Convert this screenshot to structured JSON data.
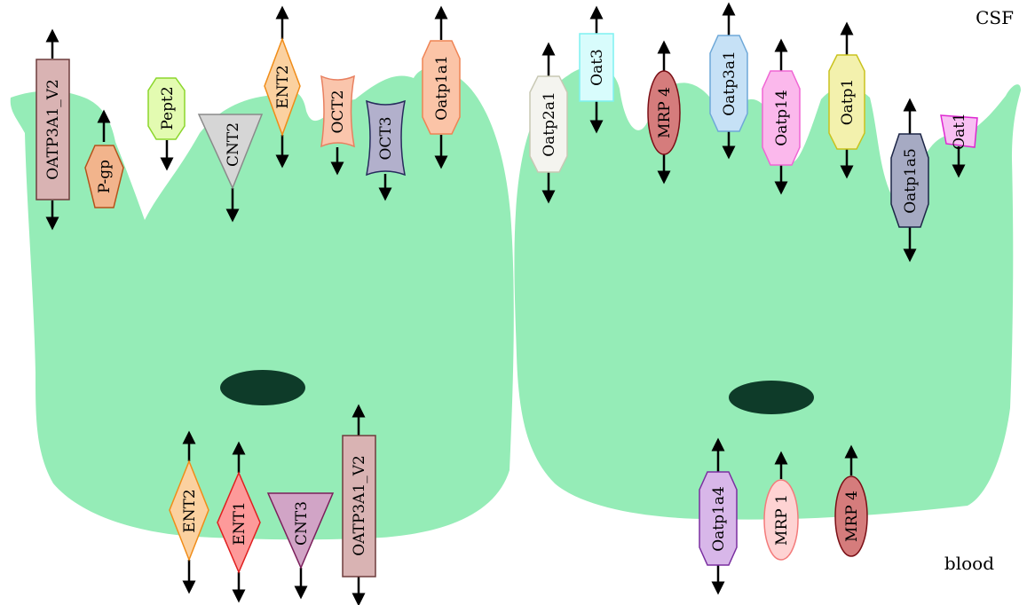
{
  "regions": {
    "top": "CSF",
    "bottom": "blood"
  },
  "colors": {
    "cell": "#95ecb7",
    "nucleus": "#0e3b29",
    "arrow": "#000000"
  },
  "left_cell": {
    "apical": [
      {
        "label": "OATP3A1_V2",
        "icon": "rectangle",
        "direction": "both",
        "fill": "#d9b3b3",
        "stroke": "#6e3d3d"
      },
      {
        "label": "P-gp",
        "icon": "hexagon",
        "direction": "efflux",
        "fill": "#f2b48c",
        "stroke": "#b4521a"
      },
      {
        "label": "Pept2",
        "icon": "octagon",
        "direction": "influx",
        "fill": "#e3fbb1",
        "stroke": "#8bd62c"
      },
      {
        "label": "CNT2",
        "icon": "triangle",
        "direction": "influx",
        "fill": "#d6d6d6",
        "stroke": "#8a8a8a"
      },
      {
        "label": "ENT2",
        "icon": "diamond",
        "direction": "both",
        "fill": "#fbd1a0",
        "stroke": "#f08c18"
      },
      {
        "label": "OCT2",
        "icon": "concave-rectangle",
        "direction": "influx",
        "fill": "#fac5ac",
        "stroke": "#e88060"
      },
      {
        "label": "OCT3",
        "icon": "concave-rectangle",
        "direction": "influx",
        "fill": "#b2b0cc",
        "stroke": "#262b5c"
      },
      {
        "label": "Oatp1a1",
        "icon": "octagon",
        "direction": "both",
        "fill": "#fbc4a7",
        "stroke": "#ef8354"
      }
    ],
    "basolateral": [
      {
        "label": "ENT2",
        "icon": "diamond",
        "direction": "both",
        "fill": "#fbd1a0",
        "stroke": "#f08c18"
      },
      {
        "label": "ENT1",
        "icon": "diamond",
        "direction": "both",
        "fill": "#fd9a9a",
        "stroke": "#e01f1f"
      },
      {
        "label": "CNT3",
        "icon": "triangle",
        "direction": "influx",
        "fill": "#d1a4c6",
        "stroke": "#7b1f5b"
      },
      {
        "label": "OATP3A1_V2",
        "icon": "rectangle",
        "direction": "both",
        "fill": "#d9b3b3",
        "stroke": "#6e3d3d"
      }
    ]
  },
  "right_cell": {
    "apical": [
      {
        "label": "Oatp2a1",
        "icon": "octagon",
        "direction": "both",
        "fill": "#f4f4ef",
        "stroke": "#c8c8b4"
      },
      {
        "label": "Oat3",
        "icon": "rectangle",
        "direction": "both",
        "fill": "#d8fcfc",
        "stroke": "#7ef1f1"
      },
      {
        "label": "MRP 4",
        "icon": "ellipse",
        "direction": "both",
        "fill": "#d57c7c",
        "stroke": "#7a0f16"
      },
      {
        "label": "Oatp3a1",
        "icon": "octagon",
        "direction": "both",
        "fill": "#c6e1f6",
        "stroke": "#6ea8d8"
      },
      {
        "label": "Oatp14",
        "icon": "octagon",
        "direction": "both",
        "fill": "#fbb8ec",
        "stroke": "#f065d4"
      },
      {
        "label": "Oatp1",
        "icon": "octagon",
        "direction": "both",
        "fill": "#f3f1ad",
        "stroke": "#c9c21e"
      },
      {
        "label": "Oatp1a5",
        "icon": "hexagon",
        "direction": "both",
        "fill": "#a6aac3",
        "stroke": "#1c2546"
      },
      {
        "label": "Oat1",
        "icon": "parallelogram",
        "direction": "influx",
        "fill": "#f8c0f3",
        "stroke": "#de28d1"
      }
    ],
    "basolateral": [
      {
        "label": "Oatp1a4",
        "icon": "octagon",
        "direction": "both",
        "fill": "#d8b7e9",
        "stroke": "#7a2fa0"
      },
      {
        "label": "MRP 1",
        "icon": "ellipse",
        "direction": "efflux",
        "fill": "#fed3d3",
        "stroke": "#f37b7b"
      },
      {
        "label": "MRP 4",
        "icon": "ellipse",
        "direction": "efflux",
        "fill": "#d57c7c",
        "stroke": "#7a0f16"
      }
    ]
  }
}
